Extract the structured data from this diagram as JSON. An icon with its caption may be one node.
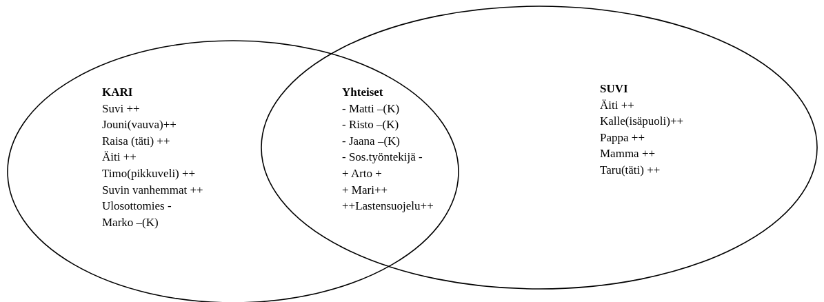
{
  "diagram": {
    "nodes": [
      {
        "text": [
          "KARI",
          "Suvi ++",
          "Jouni(vauva)++",
          "Raisa (täti) ++",
          "Äiti ++",
          "Timo(pikkuveli) ++",
          "Suvin vanhemmat ++",
          "Ulosottomies -",
          "Marko –(K)"
        ]
      },
      {
        "text": [
          "SUVI",
          "Äiti ++",
          "Kalle(isäpuoli)++",
          "Pappa ++",
          "Mamma ++",
          "Taru(täti) ++"
        ]
      },
      {
        "text": [
          "Yhteiset",
          "- Matti –(K)",
          "- Risto –(K)",
          "- Jaana –(K)",
          "- Sos.työntekijä -",
          "+ Arto +",
          "+ Mari++",
          "++Lastensuojelu++"
        ]
      }
    ],
    "edges": []
  }
}
